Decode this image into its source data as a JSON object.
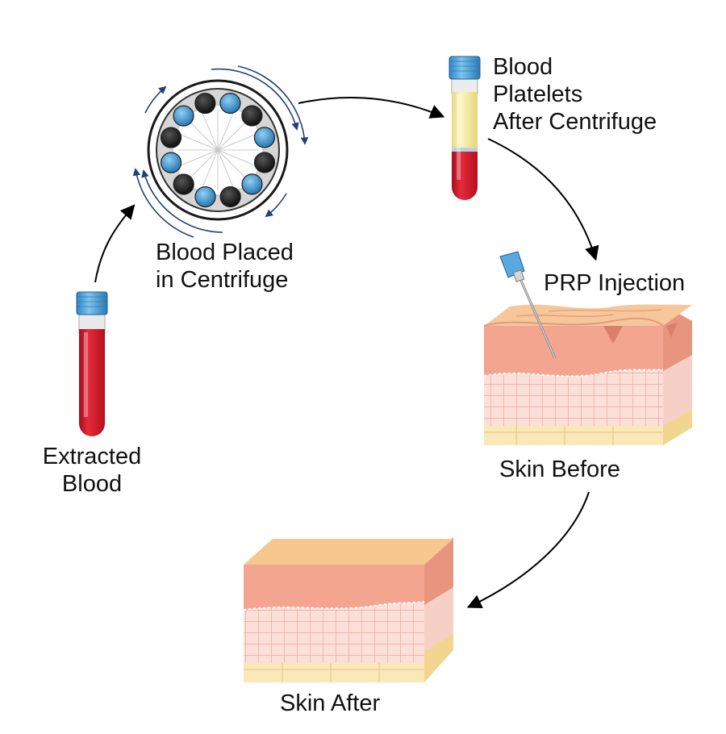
{
  "labels": {
    "extracted": [
      "Extracted",
      "Blood"
    ],
    "centrifuge": [
      "Blood Placed",
      "in Centrifuge"
    ],
    "platelets": [
      "Blood",
      "Platelets",
      "After Centrifuge"
    ],
    "injection": "PRP Injection",
    "skin_before": "Skin Before",
    "skin_after": "Skin After"
  },
  "colors": {
    "blood": "#d2162a",
    "plasma": "#f7efa3",
    "cap_blue": "#4aa3dd",
    "arrow": "#000000",
    "spin_arrows": "#23407a",
    "epidermis_top": "#f5c48e",
    "dermis": "#f2a08a",
    "fat": "#fbe6b6"
  }
}
